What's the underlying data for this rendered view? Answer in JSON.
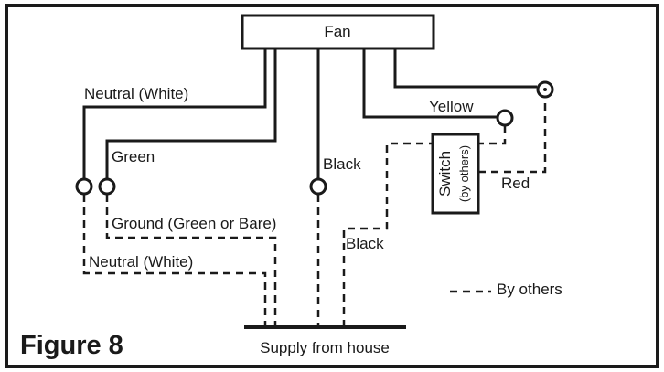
{
  "figure": {
    "title": "Figure 8",
    "fan_label": "Fan",
    "supply_label": "Supply from house",
    "legend_label": "By others",
    "switch": {
      "line1": "Switch",
      "line2": "(by others)"
    }
  },
  "wire_labels": {
    "neutral_top": "Neutral (White)",
    "green": "Green",
    "black_fan": "Black",
    "yellow": "Yellow",
    "red": "Red",
    "ground": "Ground (Green or Bare)",
    "neutral_bottom": "Neutral (White)",
    "black_house": "Black"
  },
  "colors": {
    "ink": "#1a1a1a",
    "background": "#ffffff"
  }
}
